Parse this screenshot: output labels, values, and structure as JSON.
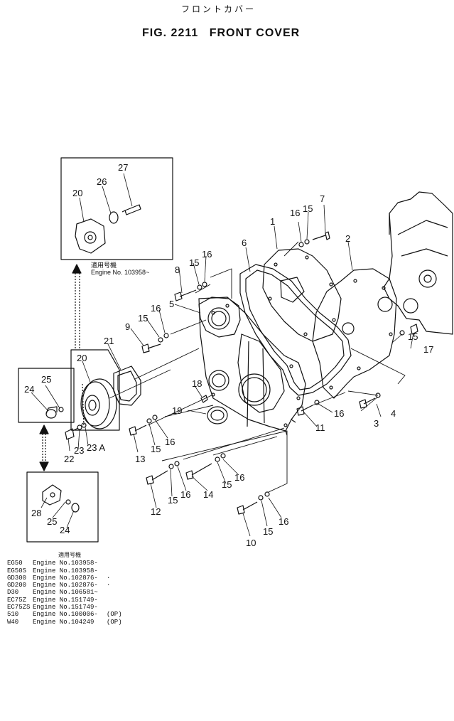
{
  "header": {
    "jp_title": "フロントカバー",
    "fig_no": "FIG. 2211",
    "fig_name": "FRONT COVER"
  },
  "inset_top": {
    "applicability_jp": "適用号機",
    "engine_label": "Engine No. 103958~"
  },
  "callouts": {
    "c1": "1",
    "c2": "2",
    "c3": "3",
    "c4": "4",
    "c5": "5",
    "c6": "6",
    "c7": "7",
    "c8": "8",
    "c9": "9",
    "c10": "10",
    "c11": "11",
    "c12": "12",
    "c13": "13",
    "c14": "14",
    "c15": "15",
    "c16": "16",
    "c17": "17",
    "c18": "18",
    "c19": "19",
    "c20": "20",
    "c21": "21",
    "c22": "22",
    "c23": "23",
    "c23a": "23 A",
    "c24": "24",
    "c25": "25",
    "c26": "26",
    "c27": "27",
    "c28": "28"
  },
  "applicability": {
    "header_jp": "適用号機",
    "rows": [
      {
        "model": "EG50",
        "eng": "Engine No.",
        "num": "103958-",
        "note": ""
      },
      {
        "model": "EG50S",
        "eng": "Engine No.",
        "num": "103958-",
        "note": ""
      },
      {
        "model": "GD300",
        "eng": "Engine No.",
        "num": "102876-",
        "note": "·"
      },
      {
        "model": "GD200",
        "eng": "Engine No.",
        "num": "102876-",
        "note": "·"
      },
      {
        "model": "D30",
        "eng": "Engine No.",
        "num": "106581~",
        "note": ""
      },
      {
        "model": "EC75Z",
        "eng": "Engine No.",
        "num": "151749-",
        "note": ""
      },
      {
        "model": "EC75ZS",
        "eng": "Engine No.",
        "num": "151749-",
        "note": ""
      },
      {
        "model": "510",
        "eng": "Engine No.",
        "num": "100006-",
        "note": "(OP)"
      },
      {
        "model": "W40",
        "eng": "Engine No.",
        "num": "104249",
        "note": "(OP)"
      }
    ]
  }
}
